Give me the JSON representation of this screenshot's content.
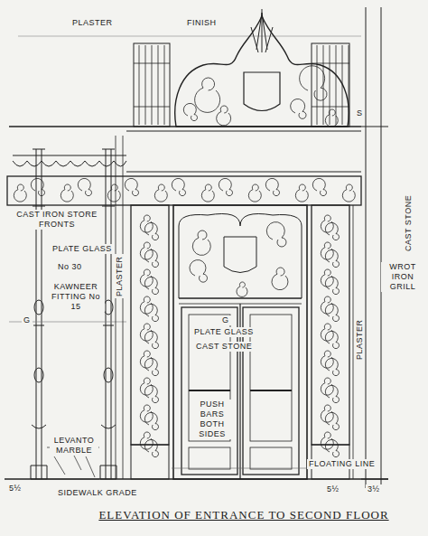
{
  "diagram": {
    "title": "ELEVATION OF ENTRANCE TO SECOND FLOOR",
    "labels": [
      "PLASTER",
      "FINISH",
      "CAST IRON STORE FRONTS",
      "PLATE GLASS",
      "No 30",
      "KAWNEER FITTING No 15",
      "G",
      "G",
      "PLASTER",
      "PLATE GLASS",
      "CAST STONE",
      "PUSH BARS BOTH SIDES",
      "LEVANTO MARBLE",
      "SIDEWALK GRADE",
      "FLOATING LINE",
      "WROT IRON GRILL",
      "CAST STONE",
      "PLASTER",
      "S",
      "5½",
      "5½",
      "3½"
    ]
  }
}
